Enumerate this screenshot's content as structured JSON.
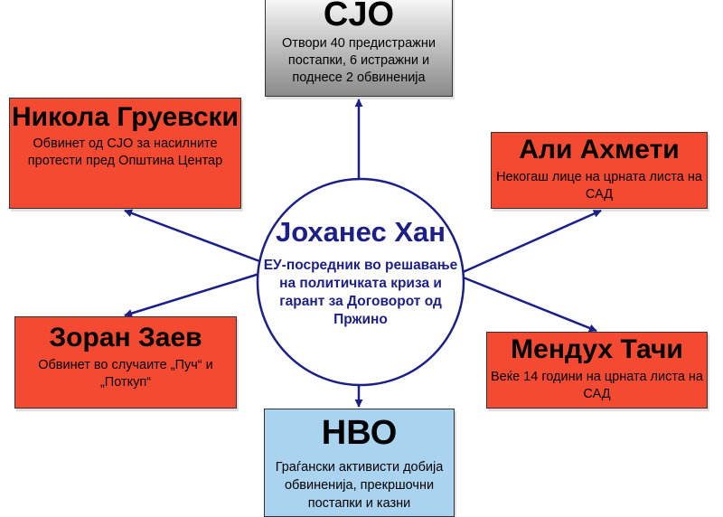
{
  "colors": {
    "arrow": "#1b1f87",
    "red_box": "#f54a32",
    "blue_box": "#a9d3ef",
    "center_text": "#1b1f87"
  },
  "center": {
    "title": "Јоханес Хан",
    "description": "ЕУ-посредник во решавање на политичката криза и гарант за Договорот од Пржино"
  },
  "nodes": {
    "sjo": {
      "title": "СЈО",
      "description": "Отвори 40 предистражни постапки, 6 истражни и поднесе 2 обвиненија"
    },
    "gruevski": {
      "title": "Никола Груевски",
      "description": "Обвинет од СЈО за насилните протести пред Општина Центар"
    },
    "ahmeti": {
      "title": "Али Ахмети",
      "description": "Некогаш лице на црната листа на САД"
    },
    "zaev": {
      "title": "Зоран Заев",
      "description": "Обвинет во случаите „Пуч“ и „Поткуп“"
    },
    "tachi": {
      "title": "Мендух Тачи",
      "description": "Веќе 14 години на црната листа на САД"
    },
    "nvo": {
      "title": "НВО",
      "description": "Граѓански активисти добија обвиненија, прекршочни постапки и казни"
    }
  }
}
